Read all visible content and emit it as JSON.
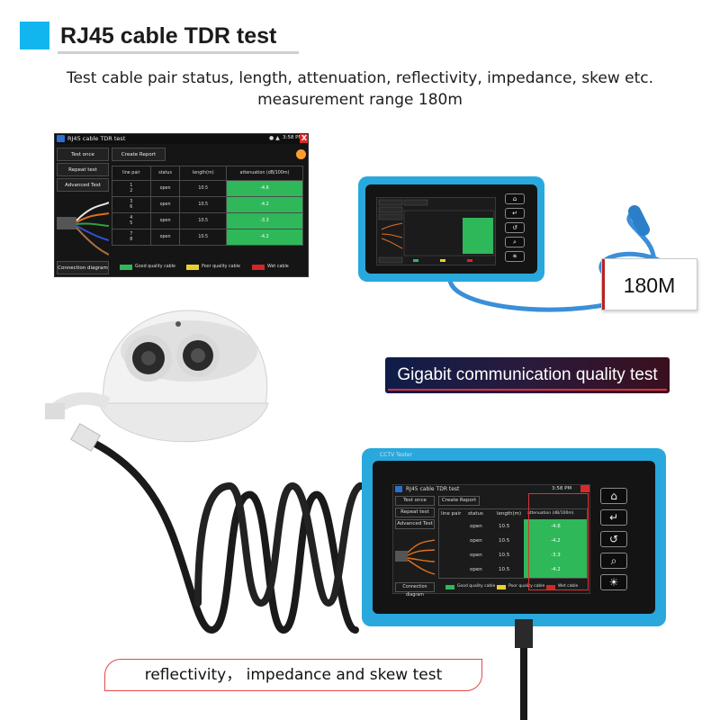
{
  "header": {
    "title": "RJ45 cable TDR test",
    "subtitle_line1": "Test cable pair status, length, attenuation, reflectivity, impedance, skew etc.",
    "subtitle_line2": "measurement range 180m"
  },
  "screen": {
    "window_title": "RJ45 cable TDR test",
    "time": "3:58 PM",
    "close_label": "X",
    "buttons": {
      "test_once": "Test once",
      "repeat_test": "Repeat test",
      "advanced_test": "Advanced Test",
      "create_report": "Create Report",
      "connection_diagram": "Connection diagram"
    },
    "table": {
      "headers": [
        "line pair",
        "status",
        "length(m)",
        "attenuation (dB/100m)"
      ],
      "rows": [
        {
          "pair_top": "1",
          "pair_bottom": "2",
          "status": "open",
          "length": "10.5",
          "attenuation": "-4.6"
        },
        {
          "pair_top": "3",
          "pair_bottom": "6",
          "status": "open",
          "length": "10.5",
          "attenuation": "-4.2"
        },
        {
          "pair_top": "4",
          "pair_bottom": "5",
          "status": "open",
          "length": "10.5",
          "attenuation": "-3.3"
        },
        {
          "pair_top": "7",
          "pair_bottom": "8",
          "status": "open",
          "length": "10.5",
          "attenuation": "-4.2"
        }
      ]
    },
    "legend": {
      "good": "Good quality cable",
      "poor": "Poor quality cable",
      "wet": "Wet cable"
    }
  },
  "device": {
    "brand_label": "CCTV Tester",
    "screen_title": "RJ45 cable TDR test",
    "time": "3:58 PM",
    "buttons": {
      "test_once": "Test once",
      "repeat_test": "Repeat test",
      "advanced_test": "Advanced Test",
      "create_report": "Create Report",
      "connection_diagram": "Connection diagram"
    },
    "table_headers": [
      "line pair",
      "status",
      "length(m)",
      "attenuation (dB/100m)"
    ],
    "rows": [
      {
        "status": "open",
        "length": "10.5",
        "attenuation": "-4.6"
      },
      {
        "status": "open",
        "length": "10.5",
        "attenuation": "-4.2"
      },
      {
        "status": "open",
        "length": "10.5",
        "attenuation": "-3.3"
      },
      {
        "status": "open",
        "length": "10.5",
        "attenuation": "-4.2"
      }
    ],
    "legend": {
      "good": "Good quality cable",
      "poor": "Poor quality cable",
      "wet": "Wet cable"
    },
    "keys": [
      "home-icon",
      "enter-icon",
      "back-icon",
      "zoom-icon",
      "light-icon"
    ]
  },
  "labels": {
    "range": "180M",
    "gigabit": "Gigabit communication quality test",
    "reflectivity": "reflectivity， impedance and skew test"
  },
  "colors": {
    "accent_blue": "#12b6ee",
    "device_frame": "#29a8de",
    "good": "#2fb85a",
    "poor": "#e6d22a",
    "wet": "#d02828",
    "highlight": "#e03030"
  }
}
